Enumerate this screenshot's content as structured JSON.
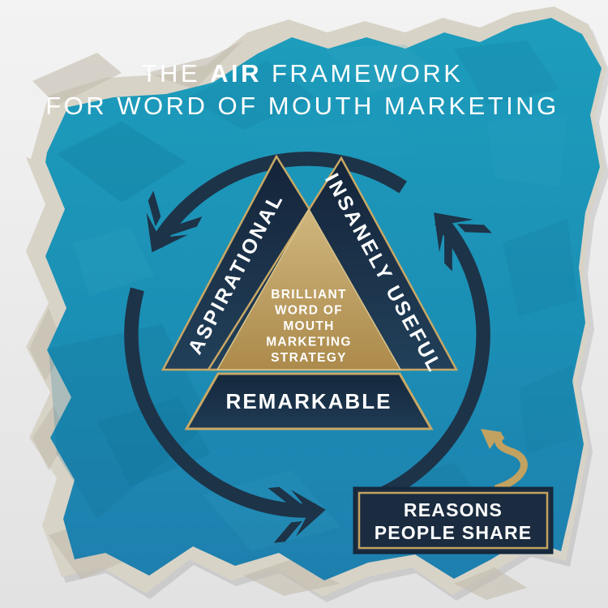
{
  "title": {
    "prefix": "THE",
    "bold": "AIR",
    "suffix": "FRAMEWORK",
    "line2": "FOR WORD OF MOUTH MARKETING"
  },
  "pyramid": {
    "left_band_label": "ASPIRATIONAL",
    "right_band_label": "INSANELY USEFUL",
    "center_label_lines": [
      "BRILLIANT",
      "WORD OF",
      "MOUTH",
      "MARKETING",
      "STRATEGY"
    ],
    "base_band_label": "REMARKABLE"
  },
  "callout": {
    "line1": "REASONS",
    "line2": "PEOPLE SHARE"
  },
  "icons": {
    "cycle_arrows": "counterclockwise-cycle-arrows",
    "callout_arrow": "curved-share-arrow"
  },
  "colors": {
    "teal_top": "#1d9dbc",
    "teal_bottom": "#1e7fae",
    "navy": "#1d3348",
    "gold": "#c0a163",
    "gold_light": "#cdb47c",
    "torn_paper": "#d8d3c7",
    "background": "#ececec",
    "text": "#ffffff"
  }
}
